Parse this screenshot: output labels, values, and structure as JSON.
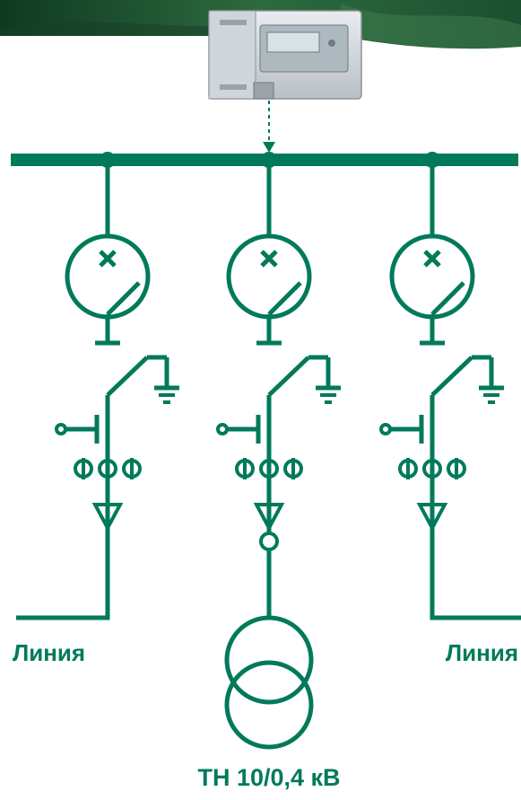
{
  "colors": {
    "line": "#007a5a",
    "background": "#ffffff",
    "banner_dark": "#0f3a22",
    "banner_mid": "#2e6a3f"
  },
  "labels": {
    "left_line": "Линия",
    "right_line": "Линия",
    "transformer": "ТН 10/0,4 кВ"
  },
  "feeders": [
    {
      "id": "left",
      "load": "line",
      "label_key": "left_line"
    },
    {
      "id": "center",
      "load": "transformer",
      "label_key": "transformer"
    },
    {
      "id": "right",
      "load": "line",
      "label_key": "right_line"
    }
  ],
  "device": {
    "icon": "relay-device-icon"
  }
}
